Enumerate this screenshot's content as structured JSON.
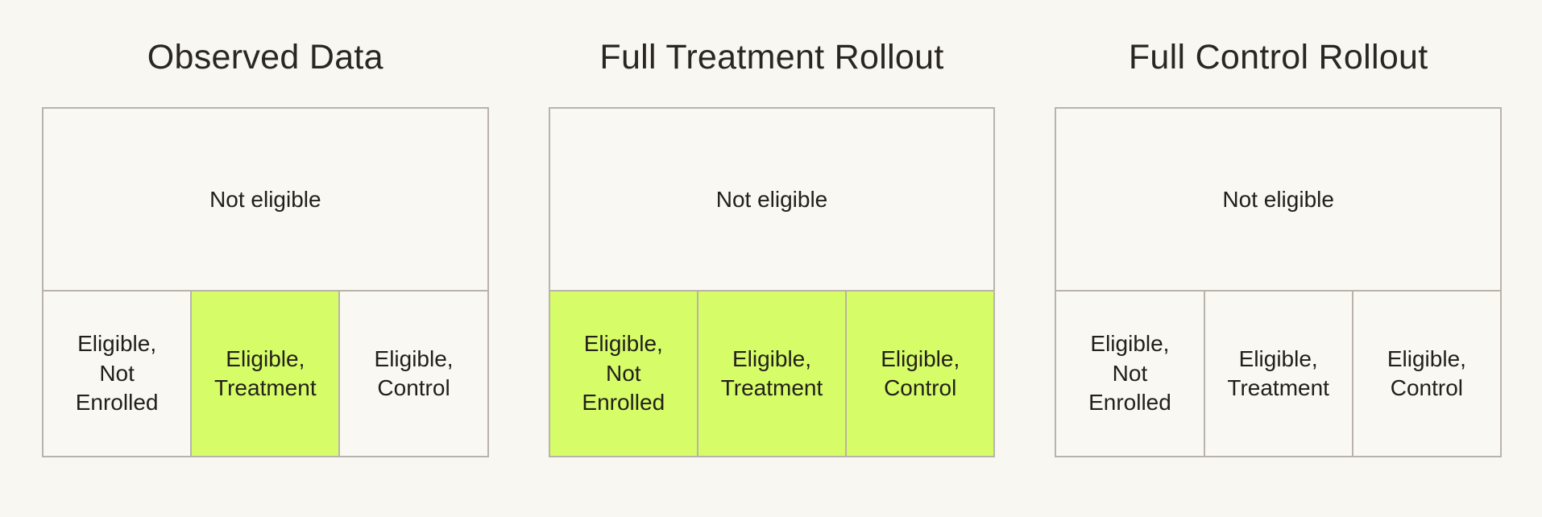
{
  "colors": {
    "background": "#f9f7f2",
    "box_background": "#faf8f3",
    "border": "#b9b3ab",
    "text": "#23201b",
    "title_text": "#2a2621",
    "highlight": "#d6fc68"
  },
  "diagrams": [
    {
      "title": "Observed Data",
      "not_eligible_label": "Not eligible",
      "cells": [
        {
          "label": "Eligible,\nNot\nEnrolled",
          "highlighted": false
        },
        {
          "label": "Eligible,\nTreatment",
          "highlighted": true
        },
        {
          "label": "Eligible,\nControl",
          "highlighted": false
        }
      ]
    },
    {
      "title": "Full Treatment Rollout",
      "not_eligible_label": "Not eligible",
      "cells": [
        {
          "label": "Eligible,\nNot\nEnrolled",
          "highlighted": true
        },
        {
          "label": "Eligible,\nTreatment",
          "highlighted": true
        },
        {
          "label": "Eligible,\nControl",
          "highlighted": true
        }
      ]
    },
    {
      "title": "Full Control Rollout",
      "not_eligible_label": "Not eligible",
      "cells": [
        {
          "label": "Eligible,\nNot\nEnrolled",
          "highlighted": false
        },
        {
          "label": "Eligible,\nTreatment",
          "highlighted": false
        },
        {
          "label": "Eligible,\nControl",
          "highlighted": false
        }
      ]
    }
  ]
}
